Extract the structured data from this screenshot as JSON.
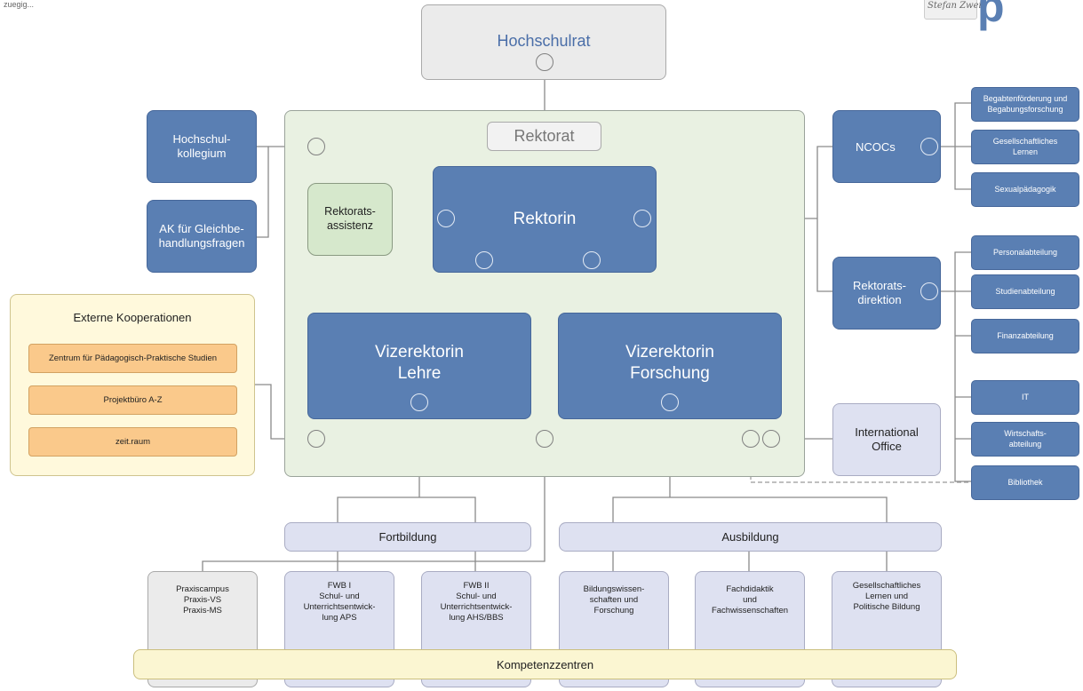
{
  "header_note": "zuegig...",
  "logo": {
    "signature": "Stefan Zweig",
    "letter": "p"
  },
  "nodes": {
    "hochschulrat": "Hochschulrat",
    "rektorat": "Rektorat",
    "rektorin": "Rektorin",
    "rektoratsassistenz": "Rektorats-\nassistenz",
    "hochschulkollegium": "Hochschul-\nkollegium",
    "ak_gleichbehandlung": "AK für Gleichbe-\nhandlungsfragen",
    "vizerektorin_lehre": "Vizerektorin\nLehre",
    "vizerektorin_forschung": "Vizerektorin\nForschung",
    "ncocs": "NCOCs",
    "rektoratsdirektion": "Rektorats-\ndirektion",
    "international_office": "International\nOffice",
    "fortbildung": "Fortbildung",
    "ausbildung": "Ausbildung",
    "kompetenzzentren": "Kompetenzzentren"
  },
  "externe_kooperationen": {
    "title": "Externe Kooperationen",
    "items": [
      "Zentrum für Pädagogisch-Praktische Studien",
      "Projektbüro A-Z",
      "zeit.raum"
    ]
  },
  "ncocs_items": [
    "Begabtenförderung und\nBegabungsforschung",
    "Gesellschaftliches\nLernen",
    "Sexualpädagogik"
  ],
  "direktion_items": [
    "Personalabteilung",
    "Studienabteilung",
    "Finanzabteilung",
    "IT",
    "Wirtschafts-\nabteilung",
    "Bibliothek"
  ],
  "bottom_boxes": [
    "Praxiscampus\nPraxis-VS\nPraxis-MS",
    "FWB I\nSchul- und\nUnterrichtsentwick-\nlung APS",
    "FWB II\nSchul- und\nUnterrichtsentwick-\nlung AHS/BBS",
    "Bildungswissen-\nschaften und\nForschung",
    "Fachdidaktik\nund\nFachwissenschaften",
    "Gesellschaftliches\nLernen und\nPolitische Bildung"
  ],
  "colors": {
    "blue": "#5a7fb3",
    "lavender": "#dee1f1",
    "green_bg": "#e9f1e2",
    "yellow_bg": "#fff9dc",
    "orange": "#fac98b",
    "kompetenz": "#fbf6d2"
  }
}
